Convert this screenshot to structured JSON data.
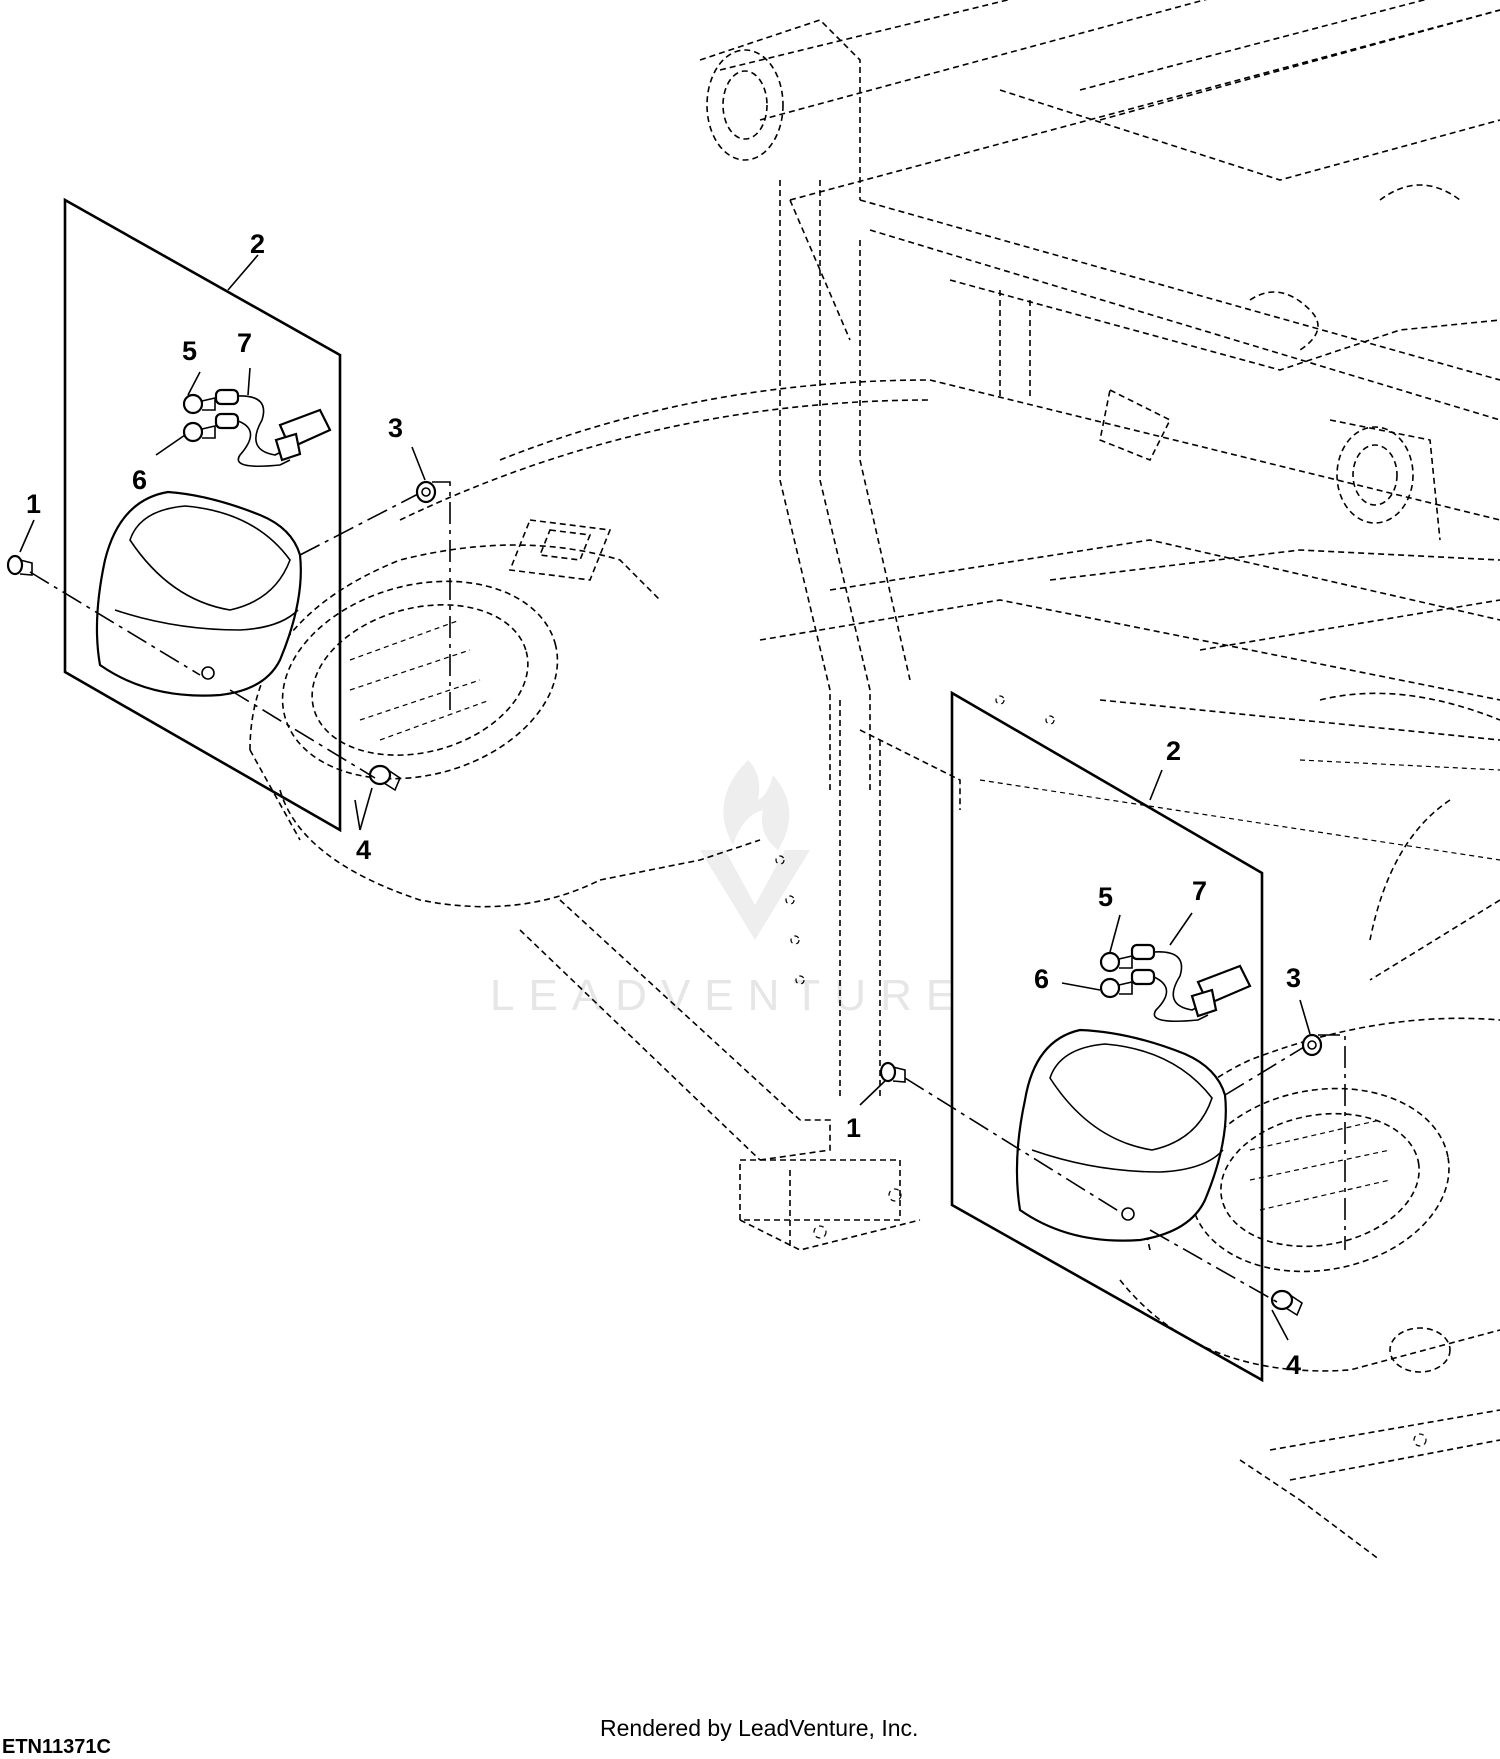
{
  "figure_id": "ETN11371C",
  "credit": "Rendered by LeadVenture, Inc.",
  "watermark": "LEADVENTURE",
  "callouts": {
    "left": {
      "c1": "1",
      "c2": "2",
      "c3": "3",
      "c4": "4",
      "c5": "5",
      "c6": "6",
      "c7": "7"
    },
    "right": {
      "c1": "1",
      "c2": "2",
      "c3": "3",
      "c4": "4",
      "c5": "5",
      "c6": "6",
      "c7": "7"
    }
  }
}
